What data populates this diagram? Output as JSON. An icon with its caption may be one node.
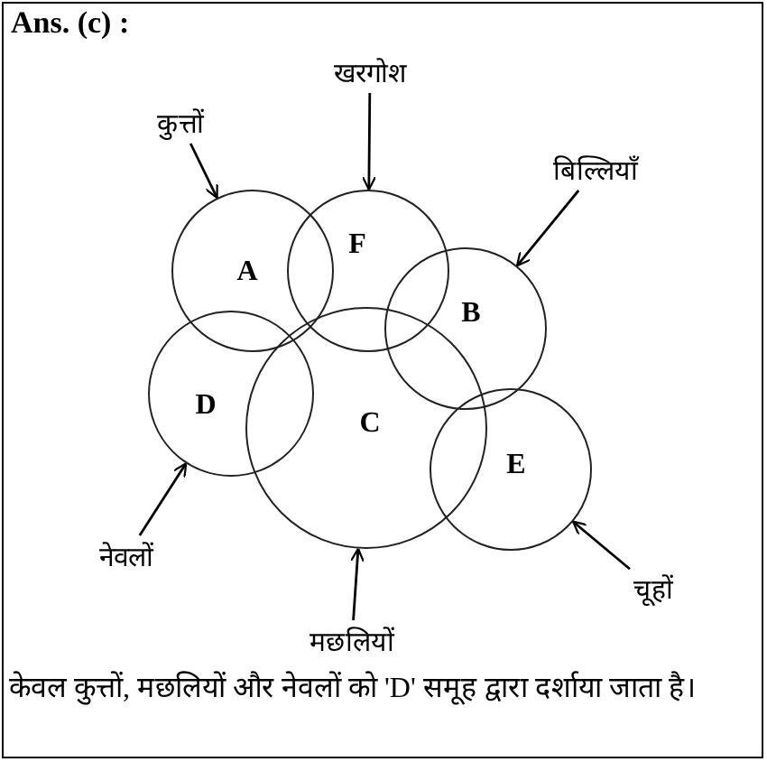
{
  "diagram": {
    "title": "Ans. (c) :",
    "nodes": [
      {
        "text": [
          "A"
        ]
      },
      {
        "text": [
          "F"
        ]
      },
      {
        "text": [
          "B"
        ]
      },
      {
        "text": [
          "D"
        ]
      },
      {
        "text": [
          "C"
        ]
      },
      {
        "text": [
          "E"
        ]
      },
      {
        "text": [
          "कुत्तों"
        ]
      },
      {
        "text": [
          "खरगोश"
        ]
      },
      {
        "text": [
          "बिल्लियाँ"
        ]
      },
      {
        "text": [
          "नेवलों"
        ]
      },
      {
        "text": [
          "मछलियों"
        ]
      },
      {
        "text": [
          "चूहों"
        ]
      }
    ],
    "edges": [
      {
        "from": 6,
        "to": 0,
        "arrow": "to"
      },
      {
        "from": 7,
        "to": 1,
        "arrow": "to"
      },
      {
        "from": 8,
        "to": 2,
        "arrow": "to"
      },
      {
        "from": 9,
        "to": 3,
        "arrow": "to"
      },
      {
        "from": 10,
        "to": 4,
        "arrow": "to"
      },
      {
        "from": 11,
        "to": 5,
        "arrow": "to"
      }
    ],
    "caption": "केवल कुत्तों, मछलियों और नेवलों को 'D' समूह द्वारा दर्शाया जाता है।"
  }
}
